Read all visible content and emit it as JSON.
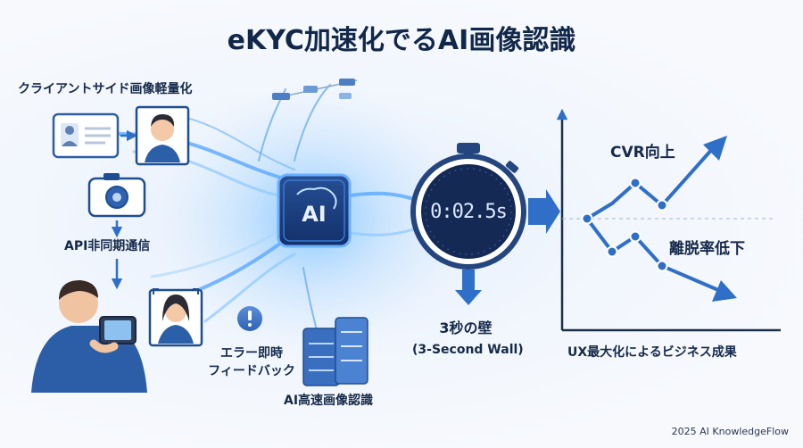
{
  "title": "eKYC加速化でるAI画像認識",
  "labels": {
    "client_side": "クライアントサイド画像軽量化",
    "api_async": "API非同期通信",
    "error_feedback_1": "エラー即時",
    "error_feedback_2": "フィードバック",
    "ai_recognition": "AI高速画像認識",
    "wall_1": "3秒の壁",
    "wall_2": "(3-Second Wall)",
    "cvr": "CVR向上",
    "drop": "離脱率低下",
    "ux": "UX最大化によるビジネス成果",
    "ai_chip": "AI",
    "timer": "0:02.5s"
  },
  "credit": "2025 AI KnowledgeFlow"
}
